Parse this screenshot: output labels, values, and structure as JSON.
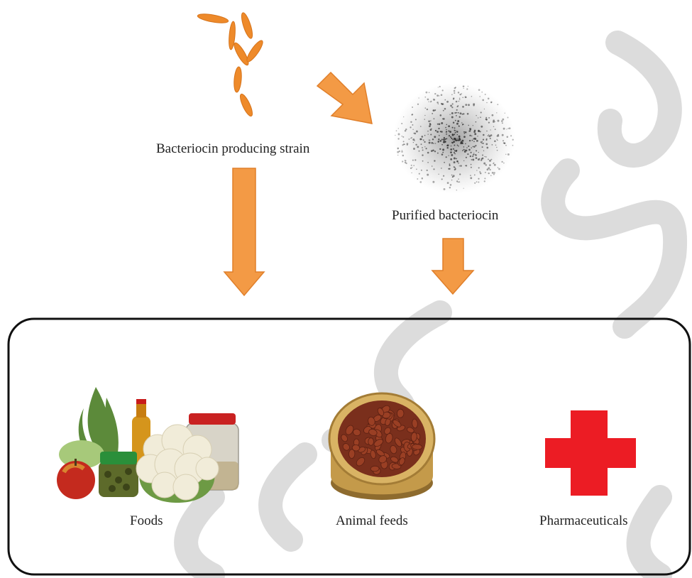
{
  "labels": {
    "strain": "Bacteriocin producing strain",
    "purified": "Purified bacteriocin",
    "foods": "Foods",
    "animal_feeds": "Animal feeds",
    "pharmaceuticals": "Pharmaceuticals"
  },
  "colors": {
    "arrow": "#f39a45",
    "bacteria": "#ee8a2a",
    "cross": "#ec1c24",
    "box_border": "#111111",
    "watermark": "#d9d9d9"
  }
}
